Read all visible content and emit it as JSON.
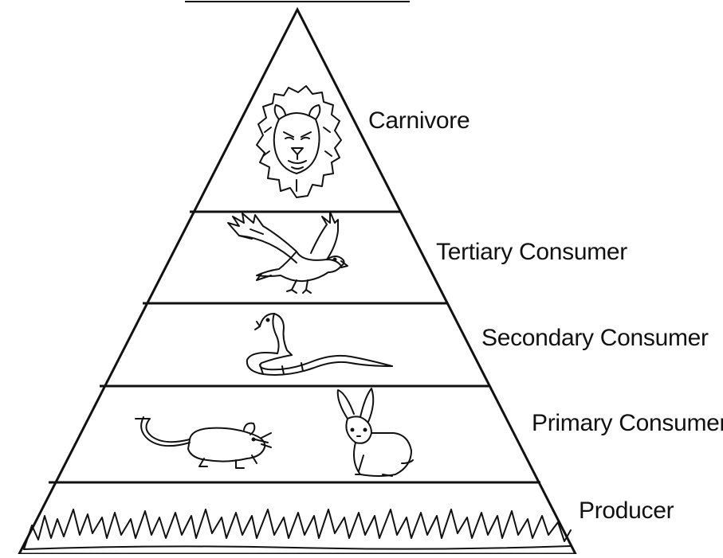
{
  "levels": [
    {
      "label": "Carnivore",
      "icon": "lion-icon"
    },
    {
      "label": "Tertiary Consumer",
      "icon": "eagle-icon"
    },
    {
      "label": "Secondary Consumer",
      "icon": "cobra-icon"
    },
    {
      "label": "Primary Consumer",
      "icons": [
        "mouse-icon",
        "rabbit-icon"
      ]
    },
    {
      "label": "Producer",
      "icon": "grass-icon"
    }
  ],
  "colors": {
    "line": "#111111",
    "background": "#ffffff"
  }
}
